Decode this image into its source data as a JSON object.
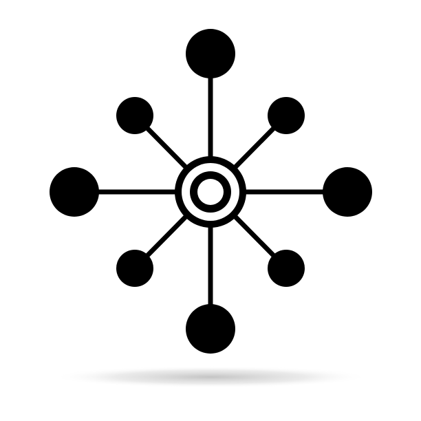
{
  "icon": {
    "name": "network-hub-icon",
    "fill_color": "#000000",
    "background_color": "#ffffff",
    "shadow_color": "#c8c8c8",
    "node_count": 8,
    "nodes": [
      {
        "name": "node-top",
        "size": "large"
      },
      {
        "name": "node-top-right",
        "size": "small"
      },
      {
        "name": "node-right",
        "size": "large"
      },
      {
        "name": "node-bottom-right",
        "size": "small"
      },
      {
        "name": "node-bottom",
        "size": "large"
      },
      {
        "name": "node-bottom-left",
        "size": "small"
      },
      {
        "name": "node-left",
        "size": "large"
      },
      {
        "name": "node-top-left",
        "size": "small"
      }
    ]
  }
}
